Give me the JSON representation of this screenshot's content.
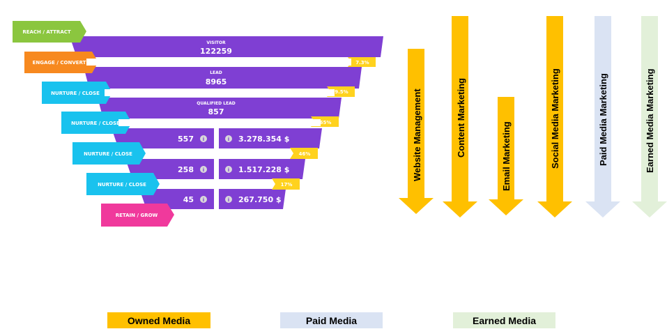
{
  "funnel": {
    "stages": [
      {
        "label": "VISITOR",
        "value": "122259"
      },
      {
        "label": "LEAD",
        "value": "8965"
      },
      {
        "label": "QUALIFIED LEAD",
        "value": "857"
      }
    ],
    "split_rows": [
      {
        "count": "557",
        "amount": "3.278.354 $"
      },
      {
        "count": "258",
        "amount": "1.517.228 $"
      },
      {
        "count": "45",
        "amount": "267.750 $"
      }
    ],
    "info_glyph": "i",
    "conversion_rates": [
      "7.3%",
      "9.5%",
      "65%",
      "46%",
      "17%"
    ],
    "tags": [
      {
        "label": "REACH / ATTRACT",
        "color": "#8BC63F"
      },
      {
        "label": "ENGAGE / CONVERT",
        "color": "#F7891F"
      },
      {
        "label": "NURTURE / CLOSE",
        "color": "#19C2EE"
      },
      {
        "label": "NURTURE / CLOSE",
        "color": "#19C2EE"
      },
      {
        "label": "NURTURE / CLOSE",
        "color": "#19C2EE"
      },
      {
        "label": "NURTURE / CLOSE",
        "color": "#19C2EE"
      },
      {
        "label": "RETAIN / GROW",
        "color": "#F0399C"
      }
    ],
    "funnel_color": "#7F3FD3",
    "badge_color": "#FFD21E"
  },
  "channels": [
    {
      "label": "Website Management",
      "media": "owned"
    },
    {
      "label": "Content Marketing",
      "media": "owned"
    },
    {
      "label": "Email Marketing",
      "media": "owned"
    },
    {
      "label": "Social Media Marketing",
      "media": "owned"
    },
    {
      "label": "Paid Media Marketing",
      "media": "paid"
    },
    {
      "label": "Earned Media Marketing",
      "media": "earned"
    }
  ],
  "legend": {
    "owned": {
      "label": "Owned Media",
      "color": "#FFC000"
    },
    "paid": {
      "label": "Paid Media",
      "color": "#DAE3F3"
    },
    "earned": {
      "label": "Earned Media",
      "color": "#E2F0D9"
    }
  }
}
